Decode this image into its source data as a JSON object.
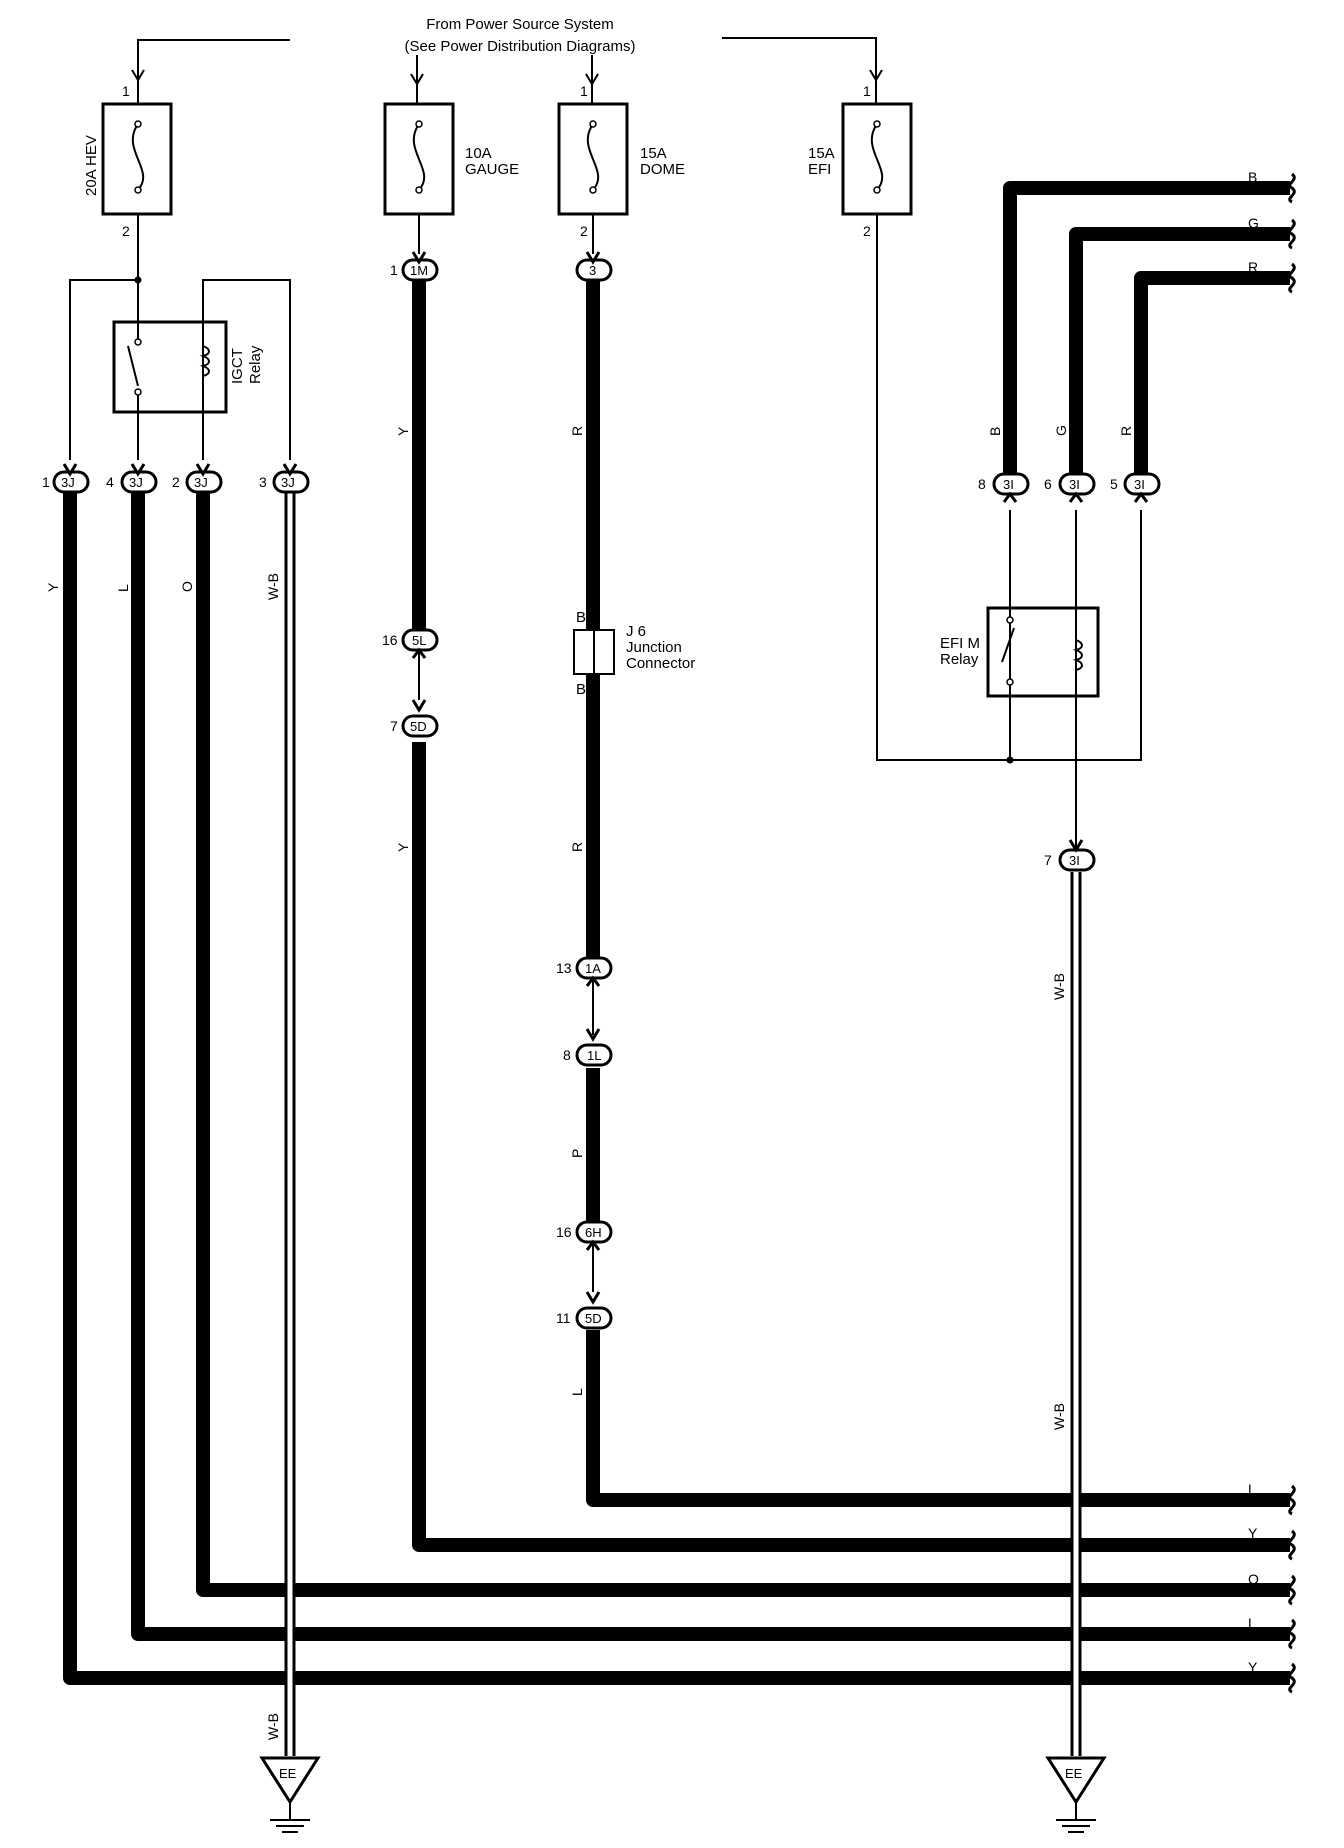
{
  "header": {
    "line1": "From Power Source System",
    "line2": "(See Power Distribution Diagrams)"
  },
  "fuses": {
    "hev": {
      "label": "20A HEV",
      "pin_in": "1",
      "pin_out": "2"
    },
    "gauge": {
      "label_line1": "10A",
      "label_line2": "GAUGE"
    },
    "dome": {
      "label_line1": "15A",
      "label_line2": "DOME",
      "pin_in": "1",
      "pin_out": "2"
    },
    "efi": {
      "label_line1": "15A",
      "label_line2": "EFI",
      "pin_in": "1",
      "pin_out": "2"
    }
  },
  "relays": {
    "igct": {
      "label_line1": "IGCT",
      "label_line2": "Relay"
    },
    "efim": {
      "label_line1": "EFI M",
      "label_line2": "Relay"
    }
  },
  "junction": {
    "name": "J 6",
    "line2": "Junction",
    "line3": "Connector",
    "pin_top": "B",
    "pin_bottom": "B"
  },
  "connectors": {
    "c1m": {
      "pin": "1",
      "code": "1M"
    },
    "c3_dome": {
      "code": "3"
    },
    "c5l": {
      "pin": "16",
      "code": "5L"
    },
    "c5d_a": {
      "pin": "7",
      "code": "5D"
    },
    "c1a": {
      "pin": "13",
      "code": "1A"
    },
    "c1l": {
      "pin": "8",
      "code": "1L"
    },
    "c6h": {
      "pin": "16",
      "code": "6H"
    },
    "c5d_b": {
      "pin": "11",
      "code": "5D"
    },
    "c3j_1": {
      "pin": "1",
      "code": "3J"
    },
    "c3j_4": {
      "pin": "4",
      "code": "3J"
    },
    "c3j_2": {
      "pin": "2",
      "code": "3J"
    },
    "c3j_3": {
      "pin": "3",
      "code": "3J"
    },
    "c3i_8": {
      "pin": "8",
      "code": "3I"
    },
    "c3i_6": {
      "pin": "6",
      "code": "3I"
    },
    "c3i_5": {
      "pin": "5",
      "code": "3I"
    },
    "c3i_7": {
      "pin": "7",
      "code": "3I"
    }
  },
  "wire_colors": {
    "hev_y": "Y",
    "hev_l": "L",
    "hev_o": "O",
    "hev_wb": "W-B",
    "gauge_y1": "Y",
    "gauge_y2": "Y",
    "dome_r1": "R",
    "dome_r2": "R",
    "dome_p": "P",
    "dome_l": "L",
    "efi_b": "B",
    "efi_g": "G",
    "efi_r": "R",
    "efi_wb1": "W-B",
    "efi_wb2": "W-B",
    "ground_left_wb": "W-B"
  },
  "right_edge_labels": {
    "b": "B",
    "g": "G",
    "r": "R",
    "l1": "L",
    "y1": "Y",
    "o": "O",
    "l2": "L",
    "y2": "Y"
  },
  "grounds": {
    "left": "EE",
    "right": "EE"
  }
}
